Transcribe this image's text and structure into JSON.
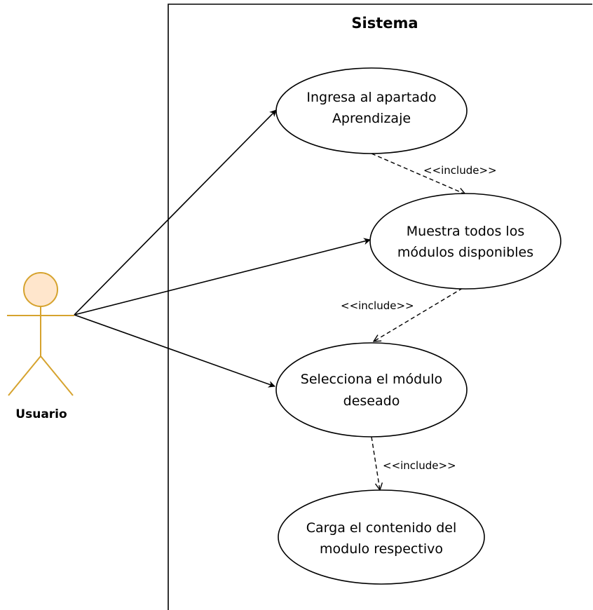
{
  "system": {
    "title": "Sistema"
  },
  "actor": {
    "name": "Usuario",
    "fill_color": "#ffe6cc",
    "stroke_color": "#d6a32e"
  },
  "use_cases": [
    {
      "line1": "Ingresa al apartado",
      "line2": "Aprendizaje"
    },
    {
      "line1": "Muestra todos los",
      "line2": "módulos disponibles"
    },
    {
      "line1": "Selecciona el módulo",
      "line2": "deseado"
    },
    {
      "line1": "Carga el contenido del",
      "line2": "modulo respectivo"
    }
  ],
  "relations": [
    {
      "label": "<<include>>",
      "type": "include"
    },
    {
      "label": "<<include>>",
      "type": "include"
    },
    {
      "label": "<<include>>",
      "type": "include"
    }
  ]
}
